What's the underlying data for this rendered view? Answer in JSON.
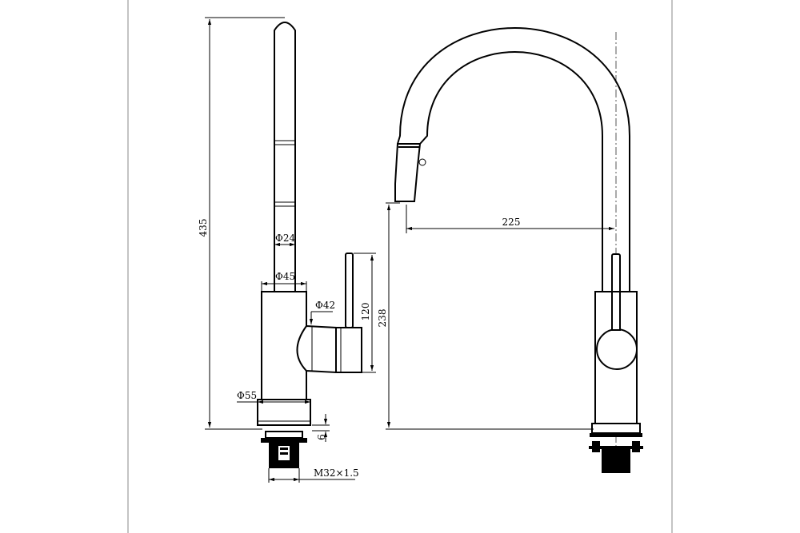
{
  "side_view": {
    "dim_total_height": "435",
    "dim_spout_diameter": "Φ24",
    "dim_body_diameter": "Φ45",
    "dim_handle_diameter": "Φ42",
    "dim_handle_height": "120",
    "dim_base_diameter": "Φ55",
    "dim_base_thickness": "6",
    "dim_thread": "M32×1.5"
  },
  "front_view": {
    "dim_spout_reach": "225",
    "dim_spout_height": "238"
  }
}
